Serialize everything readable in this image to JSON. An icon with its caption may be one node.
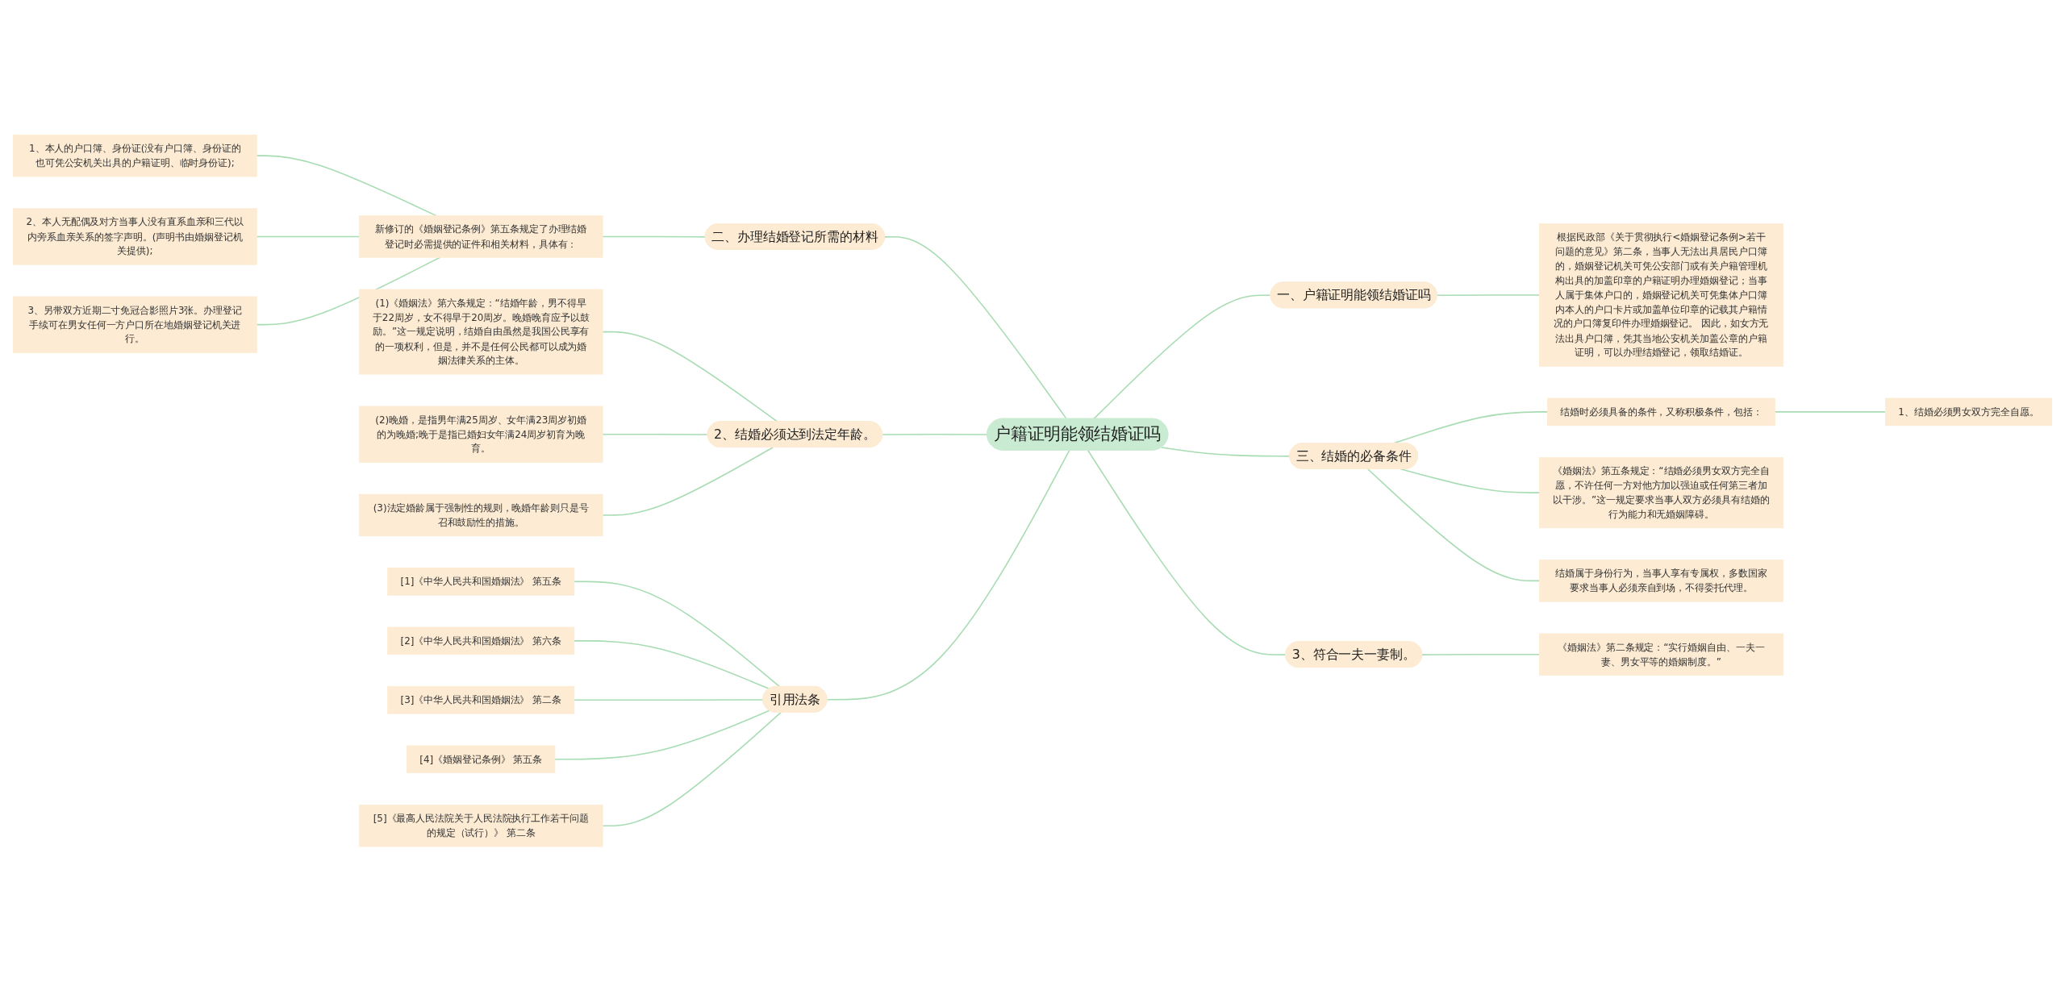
{
  "diagram": {
    "nodes": [
      {
        "text": [
          "户籍证明能领结婚证吗"
        ]
      },
      {
        "text": [
          "二、办理结婚登记所需的材料"
        ]
      },
      {
        "text": [
          "新修订的《婚姻登记条例》第五条规定了办理结婚登记时必需提供的证件和相关材料，具体有："
        ]
      },
      {
        "text": [
          "1、本人的户口簿、身份证(没有户口簿、身份证的也可凭公安机关出具的户籍证明、临时身份证);"
        ]
      },
      {
        "text": [
          "2、本人无配偶及对方当事人没有直系血亲和三代以内旁系血亲关系的签字声明。(声明书由婚姻登记机关提供);"
        ]
      },
      {
        "text": [
          "3、另带双方近期二寸免冠合影照片3张。办理登记手续可在男女任何一方户口所在地婚姻登记机关进行。"
        ]
      },
      {
        "text": [
          "2、结婚必须达到法定年龄。"
        ]
      },
      {
        "text": [
          "(1)《婚姻法》第六条规定：“结婚年龄，男不得早于22周岁，女不得早于20周岁。晚婚晚育应予以鼓励。”这一规定说明，结婚自由虽然是我国公民享有的一项权利，但是，并不是任何公民都可以成为婚姻法律关系的主体。"
        ]
      },
      {
        "text": [
          "(2)晚婚，是指男年满25周岁、女年满23周岁初婚的为晚婚;晚于是指已婚妇女年满24周岁初育为晚育。"
        ]
      },
      {
        "text": [
          "(3)法定婚龄属于强制性的规则，晚婚年龄则只是号召和鼓励性的措施。"
        ]
      },
      {
        "text": [
          "引用法条"
        ]
      },
      {
        "text": [
          "[1]《中华人民共和国婚姻法》 第五条"
        ]
      },
      {
        "text": [
          "[2]《中华人民共和国婚姻法》 第六条"
        ]
      },
      {
        "text": [
          "[3]《中华人民共和国婚姻法》 第二条"
        ]
      },
      {
        "text": [
          "[4]《婚姻登记条例》 第五条"
        ]
      },
      {
        "text": [
          "[5]《最高人民法院关于人民法院执行工作若干问题的规定（试行）》 第二条"
        ]
      },
      {
        "text": [
          "一、户籍证明能领结婚证吗"
        ]
      },
      {
        "text": [
          "根据民政部《关于贯彻执行<婚姻登记条例>若干问题的意见》第二条，当事人无法出具居民户口簿的，婚姻登记机关可凭公安部门或有关户籍管理机构出具的加盖印章的户籍证明办理婚姻登记；当事人属于集体户口的，婚姻登记机关可凭集体户口簿内本人的户口卡片或加盖单位印章的记载其户籍情况的户口簿复印件办理婚姻登记。 因此，如女方无法出具户口簿，凭其当地公安机关加盖公章的户籍证明，可以办理结婚登记，领取结婚证。"
        ]
      },
      {
        "text": [
          "三、结婚的必备条件"
        ]
      },
      {
        "text": [
          "结婚时必须具备的条件，又称积极条件，包括："
        ]
      },
      {
        "text": [
          "1、结婚必须男女双方完全自愿。"
        ]
      },
      {
        "text": [
          "《婚姻法》第五条规定：“结婚必须男女双方完全自愿，不许任何一方对他方加以强迫或任何第三者加以干涉。”这一规定要求当事人双方必须具有结婚的行为能力和无婚姻障碍。"
        ]
      },
      {
        "text": [
          "结婚属于身份行为，当事人享有专属权，多数国家要求当事人必须亲自到场，不得委托代理。"
        ]
      },
      {
        "text": [
          "3、符合一夫一妻制。"
        ]
      },
      {
        "text": [
          "《婚姻法》第二条规定：“实行婚姻自由、一夫一妻、男女平等的婚姻制度。”"
        ]
      }
    ],
    "edges": [
      {
        "from": 1,
        "to": 0,
        "arrow": "none"
      },
      {
        "from": 2,
        "to": 1,
        "arrow": "none"
      },
      {
        "from": 3,
        "to": 2,
        "arrow": "none"
      },
      {
        "from": 4,
        "to": 2,
        "arrow": "none"
      },
      {
        "from": 5,
        "to": 2,
        "arrow": "none"
      },
      {
        "from": 6,
        "to": 0,
        "arrow": "none"
      },
      {
        "from": 7,
        "to": 6,
        "arrow": "none"
      },
      {
        "from": 8,
        "to": 6,
        "arrow": "none"
      },
      {
        "from": 9,
        "to": 6,
        "arrow": "none"
      },
      {
        "from": 10,
        "to": 0,
        "arrow": "none"
      },
      {
        "from": 11,
        "to": 10,
        "arrow": "none"
      },
      {
        "from": 12,
        "to": 10,
        "arrow": "none"
      },
      {
        "from": 13,
        "to": 10,
        "arrow": "none"
      },
      {
        "from": 14,
        "to": 10,
        "arrow": "none"
      },
      {
        "from": 15,
        "to": 10,
        "arrow": "none"
      },
      {
        "from": 0,
        "to": 16,
        "arrow": "none"
      },
      {
        "from": 16,
        "to": 17,
        "arrow": "none"
      },
      {
        "from": 0,
        "to": 18,
        "arrow": "none"
      },
      {
        "from": 18,
        "to": 19,
        "arrow": "none"
      },
      {
        "from": 19,
        "to": 20,
        "arrow": "none"
      },
      {
        "from": 18,
        "to": 21,
        "arrow": "none"
      },
      {
        "from": 18,
        "to": 22,
        "arrow": "none"
      },
      {
        "from": 0,
        "to": 23,
        "arrow": "none"
      },
      {
        "from": 23,
        "to": 24,
        "arrow": "none"
      }
    ]
  }
}
